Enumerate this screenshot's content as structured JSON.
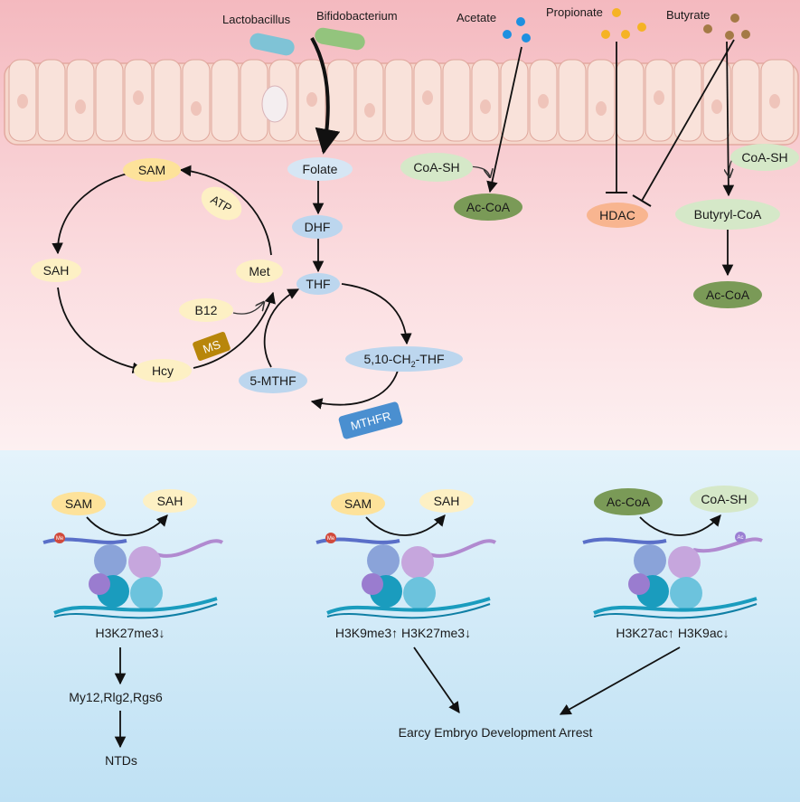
{
  "top": {
    "bacteria": {
      "lactobacillus": "Lactobacillus",
      "bifidobacterium": "Bifidobacterium"
    },
    "scfa": {
      "acetate": "Acetate",
      "propionate": "Propionate",
      "butyrate": "Butyrate"
    },
    "methionine_cycle": {
      "sam": "SAM",
      "atp": "ATP",
      "sah": "SAH",
      "met": "Met",
      "b12": "B12",
      "ms": "MS",
      "hcy": "Hcy"
    },
    "folate_cycle": {
      "folate": "Folate",
      "dhf": "DHF",
      "thf": "THF",
      "ch2thf_main": "5,10-CH",
      "ch2thf_sub": "2",
      "ch2thf_tail": "-THF",
      "mthf": "5-MTHF",
      "mthfr": "MTHFR"
    },
    "acetyl": {
      "coash_left": "CoA-SH",
      "accoa_left": "Ac-CoA",
      "hdac": "HDAC",
      "coash_right": "CoA-SH",
      "butyryl": "Butyryl-CoA",
      "accoa_right": "Ac-CoA"
    }
  },
  "bottom": {
    "panel1": {
      "from": "SAM",
      "to": "SAH",
      "mark": "Me",
      "label": "H3K27me3↓",
      "target": "My12,Rlg2,Rgs6",
      "outcome": "NTDs"
    },
    "panel2": {
      "from": "SAM",
      "to": "SAH",
      "mark": "Me",
      "label": "H3K9me3↑ H3K27me3↓"
    },
    "panel3": {
      "from": "Ac-CoA",
      "to": "CoA-SH",
      "mark": "Ac",
      "label": "H3K27ac↑ H3K9ac↓"
    },
    "outcome": "Earcy Embryo Development Arrest"
  },
  "colors": {
    "top_bg": "#f9d3d6",
    "bottom_bg": "#cfe8f6",
    "sam_yellow": "#fde29a",
    "light_yellow": "#fdf0c4",
    "folate_blue": "#bcd6ee",
    "light_green": "#d5e8c8",
    "dark_green": "#7a9a57",
    "hdac_orange": "#f8b590",
    "ms_gold": "#b8860b",
    "mthfr_blue": "#4a8fd0"
  }
}
